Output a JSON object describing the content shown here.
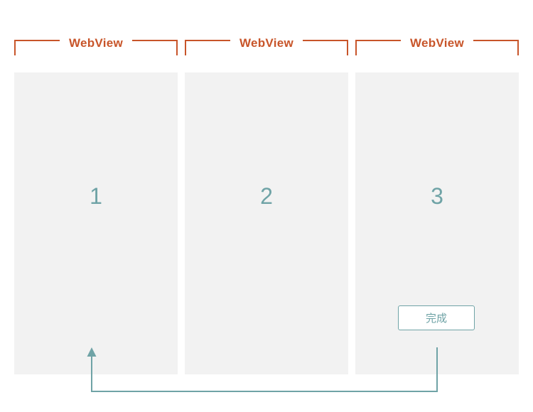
{
  "screens": [
    {
      "label": "WebView",
      "number": "1"
    },
    {
      "label": "WebView",
      "number": "2"
    },
    {
      "label": "WebView",
      "number": "3",
      "button": "完成"
    }
  ],
  "colors": {
    "label": "#c8552a",
    "accent": "#6fa3a6",
    "panel": "#f2f2f2"
  }
}
